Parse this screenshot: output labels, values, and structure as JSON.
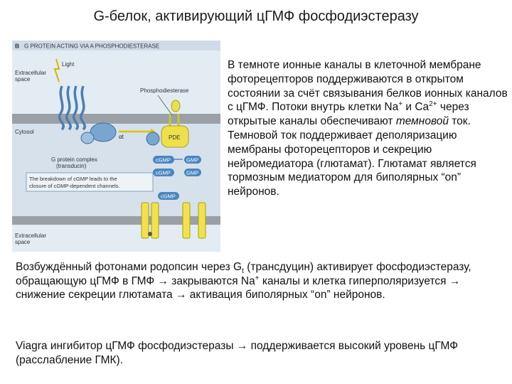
{
  "title": "G-белок, активирующий цГМФ фосфодиэстеразу",
  "figure": {
    "panel_letter": "B",
    "heading": "G PROTEIN ACTING VIA A PHOSPHODIESTERASE",
    "light": "Light",
    "extracellular_top": [
      "Extracellular",
      "space"
    ],
    "phosphodiesterase": "Phosphodiesterase",
    "cytosol": "Cytosol",
    "alpha_t": "αt",
    "gprotein_complex": [
      "G protein complex",
      "(transducin)"
    ],
    "pde": "PDE",
    "cgmp_1": "cGMP",
    "gmp_1": "GMP",
    "cgmp_2": "cGMP",
    "gmp_2": "GMP",
    "cgmp_3": "cGMP",
    "breakdown_note": [
      "The breakdown of cGMP leads to the",
      "closure of cGMP-dependent channels."
    ],
    "extracellular_bottom": [
      "Extracellular",
      "space"
    ],
    "colors": {
      "panel_bg": "#e3ecf3",
      "membrane": "#9aa0a6",
      "cytosol_band": "#d6e1ec",
      "channel": "#f2e14a",
      "badge": "#4a86bf"
    }
  },
  "side_text": {
    "part1": "В темноте ионные каналы в клеточной мембране фоторецепторов поддерживаются в открытом состоянии за счёт связывания белков ионных каналов с цГМФ. Потоки внутрь клетки Na",
    "sup1": "+",
    "part2": " и Ca",
    "sup2": "2+",
    "part3": " через открытые каналы обеспечивают ",
    "italic": "темновой",
    "part4": " ток. Темновой ток поддерживает деполяризацию мембраны фоторецепторов и секрецию нейромедиатора (глютамат). Глютамат является тормозным медиатором для биполярных “on” нейронов."
  },
  "para1": {
    "part1": "Возбуждённый фотонами родопсин через G",
    "sub": "t",
    "part2": " (трансдуцин) активирует фосфодиэстеразу, обращающую цГМФ в ГМФ → закрываются Na",
    "sup": "+",
    "part3": " каналы и клетка гиперполяризуется → снижение секреции глютамата → активация биполярных “on” нейронов."
  },
  "para2": {
    "text": "Viagra ингибитор цГМФ фосфодиэстеразы → поддерживается высокий уровень цГМФ (расслабление ГМК)."
  }
}
